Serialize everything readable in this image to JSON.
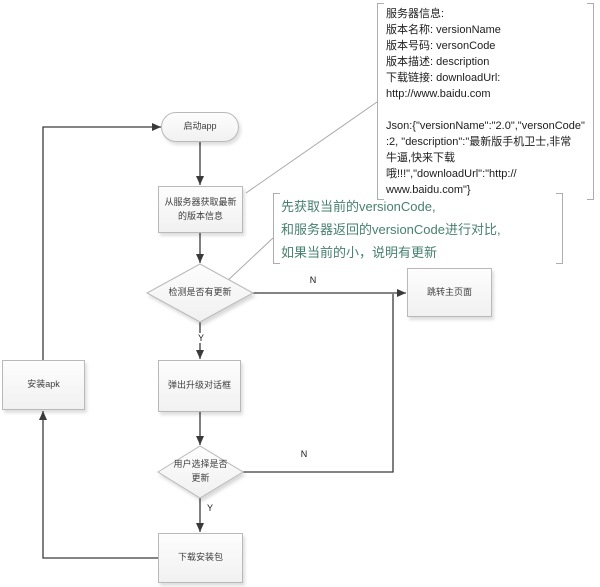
{
  "colors": {
    "annotation_text": "#47806f",
    "node_border": "#b9b9b9",
    "node_fill_top": "#fdfdfd",
    "node_fill_bottom": "#f1f1f1",
    "connector": "#3a3a3a",
    "leader": "#a8a8a8",
    "background": "#ffffff"
  },
  "flow": {
    "nodes": {
      "start": "启动app",
      "fetch": "从服务器获取最新\n的版本信息",
      "detect": "检测是否有更新",
      "jump": "跳转主页面",
      "dialog": "弹出升级对话框",
      "choice": "用户选择是否\n更新",
      "download": "下载安装包",
      "install": "安装apk"
    },
    "edge_labels": {
      "detect_no": "N",
      "detect_yes": "Y",
      "choice_no": "N",
      "choice_yes": "Y"
    }
  },
  "server_info": {
    "text": "服务器信息:\n版本名称: versionName\n版本号码: versonCode\n版本描述: description\n下载链接: downloadUrl:\nhttp://www.baidu.com\n\nJson:{\"versionName\":\"2.0\",\"versonCode\"\n:2, \"description\":\"最新版手机卫士,非常\n牛逼,快来下载\n哦!!!\",\"downloadUrl\":\"http://\nwww.baidu.com\"}"
  },
  "annotation": {
    "text": "先获取当前的versionCode,\n和服务器返回的versionCode进行对比,\n如果当前的小，说明有更新"
  }
}
